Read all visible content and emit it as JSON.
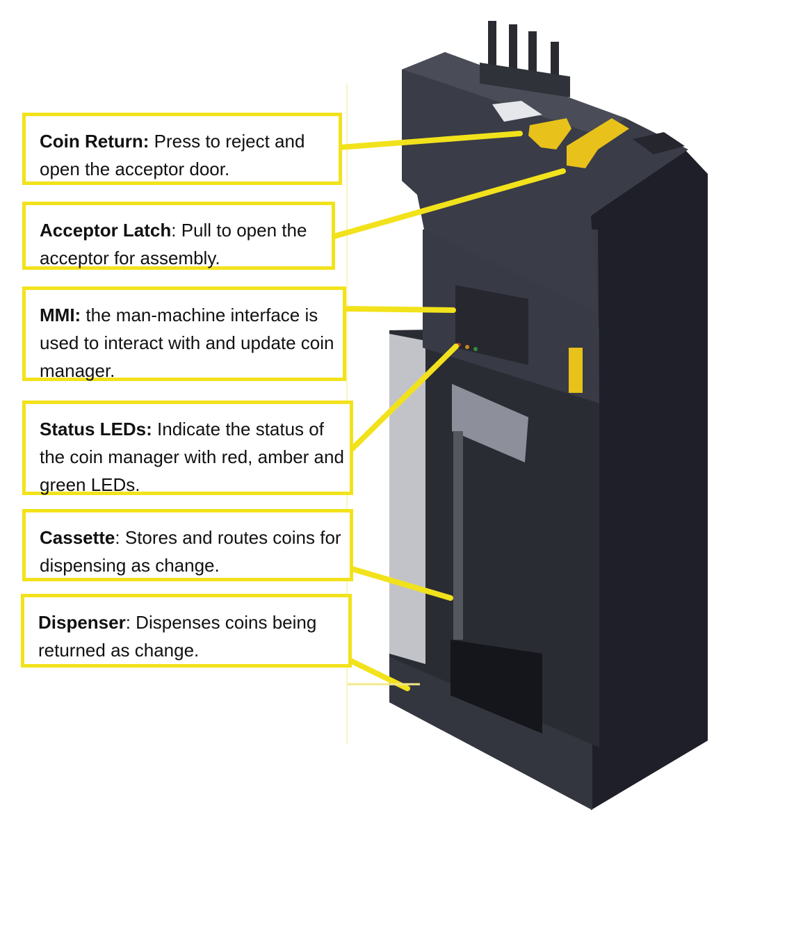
{
  "colors": {
    "callout_border": "#f2e21b",
    "device_body": "#2d2f3a",
    "device_dark": "#1e1f28",
    "accent_yellow": "#e8c21a"
  },
  "callouts": [
    {
      "title": "Coin Return:",
      "text": " Press to reject and open the acceptor door."
    },
    {
      "title": "Acceptor Latch",
      "text": ": Pull to open the acceptor for assembly."
    },
    {
      "title": "MMI:",
      "text": " the man-machine interface is used to interact with and update coin manager."
    },
    {
      "title": "Status LEDs:",
      "text": " Indicate the status of the coin manager with red, amber and green LEDs."
    },
    {
      "title": "Cassette",
      "text": ": Stores and routes coins for dispensing as change."
    },
    {
      "title": "Dispenser",
      "text": ": Dispenses coins being returned as change."
    }
  ]
}
